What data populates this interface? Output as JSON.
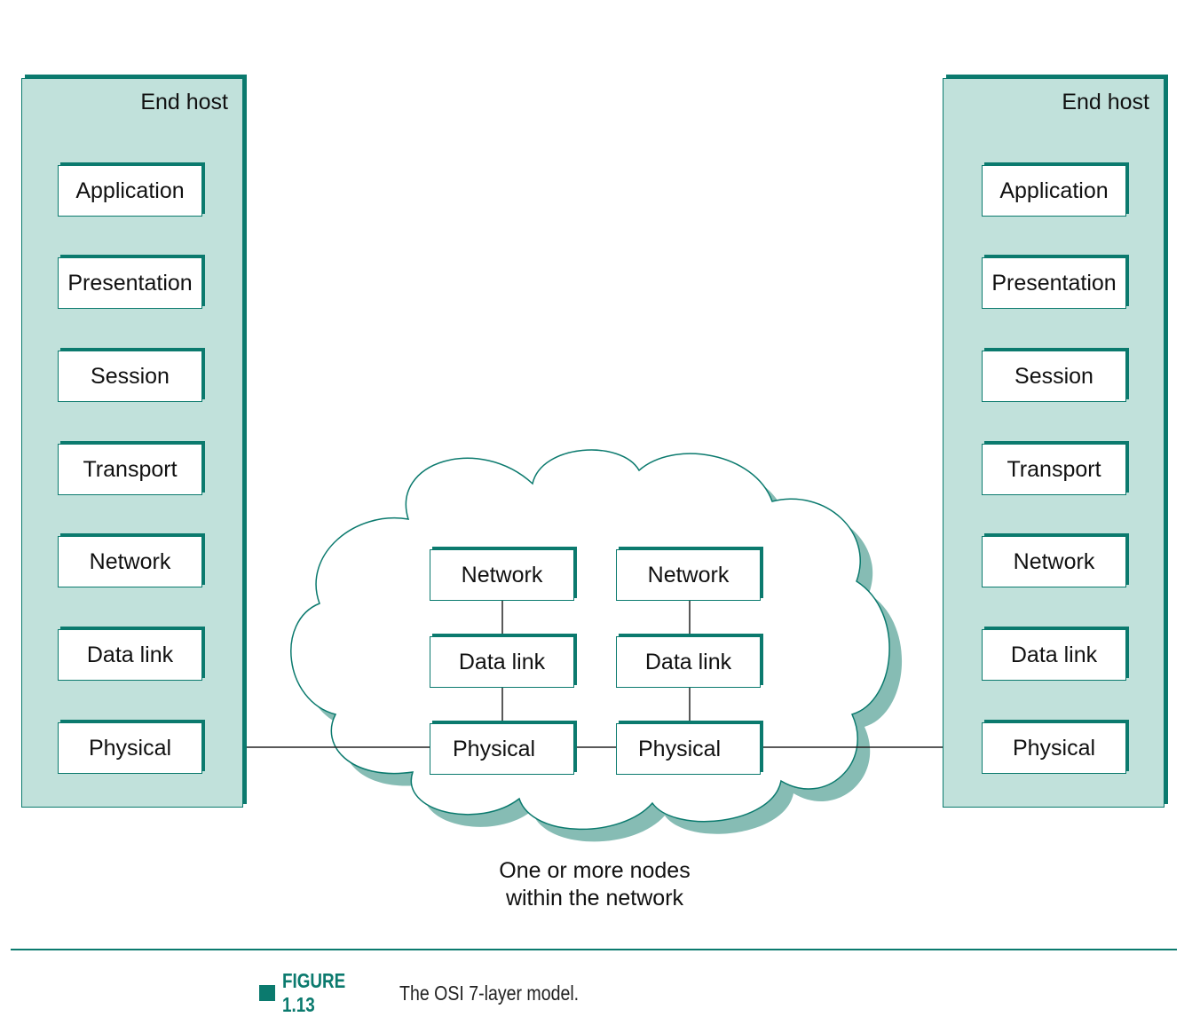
{
  "left_host": {
    "title": "End host",
    "layers": [
      "Application",
      "Presentation",
      "Session",
      "Transport",
      "Network",
      "Data link",
      "Physical"
    ]
  },
  "right_host": {
    "title": "End host",
    "layers": [
      "Application",
      "Presentation",
      "Session",
      "Transport",
      "Network",
      "Data link",
      "Physical"
    ]
  },
  "network_nodes": [
    {
      "layers": [
        "Network",
        "Data link",
        "Physical"
      ]
    },
    {
      "layers": [
        "Network",
        "Data link",
        "Physical"
      ]
    }
  ],
  "cloud_caption": {
    "line1": "One or more nodes",
    "line2": "within the network"
  },
  "figure_caption": {
    "label": "FIGURE 1.13",
    "text": "The OSI 7-layer model."
  },
  "colors": {
    "accent": "#0b7a6e",
    "panel_fill": "#c1e1db",
    "cloud_shadow": "#86bcb4"
  }
}
